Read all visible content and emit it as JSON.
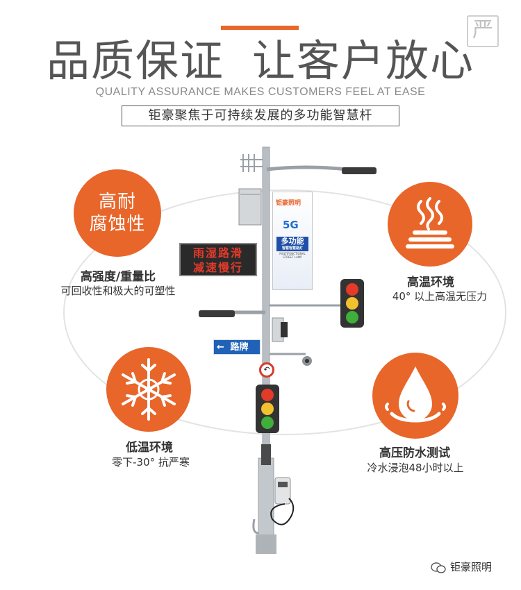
{
  "header": {
    "title_part1": "品质保证",
    "title_part2": "让客户放心",
    "subtitle_en": "QUALITY ASSURANCE MAKES CUSTOMERS FEEL AT EASE",
    "tagline": "钜豪聚焦于可持续发展的多功能智慧杆",
    "corner_badge": "严"
  },
  "features": {
    "corrosion": {
      "circle_line1": "高耐",
      "circle_line2": "腐蚀性",
      "title": "高强度/重量比",
      "desc": "可回收性和极大的可塑性"
    },
    "heat": {
      "icon": "heat-waves-icon",
      "title": "高温环境",
      "desc": "40° 以上高温无压力"
    },
    "cold": {
      "icon": "snowflake-icon",
      "title": "低温环境",
      "desc": "零下-30° 抗严寒"
    },
    "water": {
      "icon": "water-drop-icon",
      "title": "高压防水测试",
      "desc": "冷水浸泡48小时以上"
    }
  },
  "pole": {
    "led_line1": "雨湿路滑",
    "led_line2": "减速慢行",
    "banner_logo": "钜豪照明",
    "banner_5g": "5G",
    "banner_main_line1": "多功能",
    "banner_main_line2": "智慧智慧路灯",
    "banner_small": "MULTIFUNCTIONAL STREET LAMP",
    "road_sign_arrow": "←",
    "road_sign_text": "路牌"
  },
  "footer": {
    "watermark": "钜豪照明"
  },
  "colors": {
    "accent": "#e8662a",
    "text": "#333333",
    "pole": "#b9bec4",
    "sign_blue": "#1f62b8",
    "led_red": "#e33a2a"
  }
}
